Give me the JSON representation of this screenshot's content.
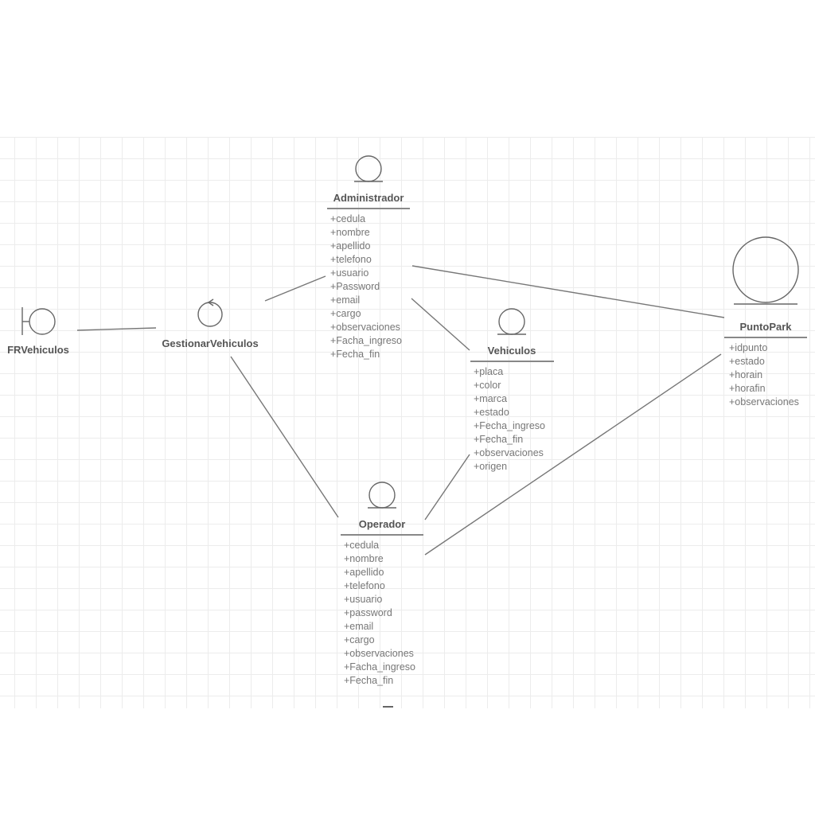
{
  "diagram": {
    "boundary": {
      "name": "FRVehiculos",
      "icon": "boundary-icon"
    },
    "control": {
      "name": "GestionarVehiculos",
      "icon": "control-icon"
    },
    "entities": {
      "administrador": {
        "name": "Administrador",
        "icon": "entity-icon",
        "attributes": [
          "+cedula",
          "+nombre",
          "+apellido",
          "+telefono",
          "+usuario",
          "+Password",
          "+email",
          "+cargo",
          "+observaciones",
          "+Facha_ingreso",
          "+Fecha_fin"
        ]
      },
      "vehiculos": {
        "name": "Vehiculos",
        "icon": "entity-icon",
        "attributes": [
          "+placa",
          "+color",
          "+marca",
          "+estado",
          "+Fecha_ingreso",
          "+Fecha_fin",
          "+observaciones",
          "+origen"
        ]
      },
      "puntopark": {
        "name": "PuntoPark",
        "icon": "entity-icon",
        "attributes": [
          "+idpunto",
          "+estado",
          "+horain",
          "+horafin",
          "+observaciones"
        ]
      },
      "operador": {
        "name": "Operador",
        "icon": "entity-icon",
        "attributes": [
          "+cedula",
          "+nombre",
          "+apellido",
          "+telefono",
          "+usuario",
          "+password",
          "+email",
          "+cargo",
          "+observaciones",
          "+Facha_ingreso",
          "+Fecha_fin"
        ]
      }
    },
    "associations": [
      {
        "from": "FRVehiculos",
        "to": "GestionarVehiculos"
      },
      {
        "from": "GestionarVehiculos",
        "to": "Administrador"
      },
      {
        "from": "GestionarVehiculos",
        "to": "Operador"
      },
      {
        "from": "Administrador",
        "to": "Vehiculos"
      },
      {
        "from": "Administrador",
        "to": "PuntoPark"
      },
      {
        "from": "Operador",
        "to": "Vehiculos"
      },
      {
        "from": "Operador",
        "to": "PuntoPark"
      }
    ]
  }
}
